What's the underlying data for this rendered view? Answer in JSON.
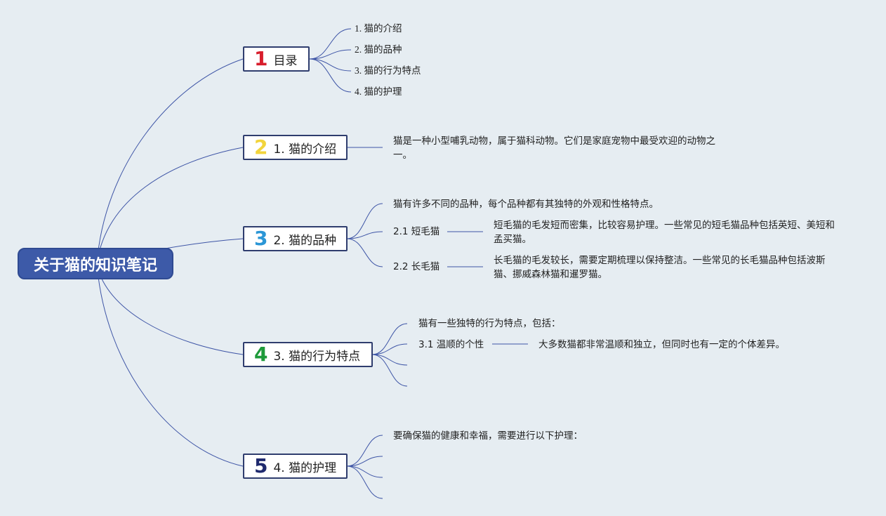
{
  "root": {
    "title": "关于猫的知识笔记"
  },
  "branches": [
    {
      "number": "1",
      "number_color": "#d81e2c",
      "label": "目录",
      "children": [
        "1. 猫的介绍",
        "2. 猫的品种",
        "3. 猫的行为特点",
        "4. 猫的护理"
      ]
    },
    {
      "number": "2",
      "number_color": "#f2d43c",
      "label": "1. 猫的介绍",
      "description": "猫是一种小型哺乳动物，属于猫科动物。它们是家庭宠物中最受欢迎的动物之一。"
    },
    {
      "number": "3",
      "number_color": "#2b96d6",
      "label": "2. 猫的品种",
      "intro": "猫有许多不同的品种，每个品种都有其独特的外观和性格特点。",
      "subs": [
        {
          "label": "2.1 短毛猫",
          "description": "短毛猫的毛发短而密集，比较容易护理。一些常见的短毛猫品种包括英短、美短和孟买猫。"
        },
        {
          "label": "2.2 长毛猫",
          "description": "长毛猫的毛发较长，需要定期梳理以保持整洁。一些常见的长毛猫品种包括波斯猫、挪威森林猫和暹罗猫。"
        }
      ]
    },
    {
      "number": "4",
      "number_color": "#1e9a3a",
      "label": "3. 猫的行为特点",
      "intro": "猫有一些独特的行为特点，包括：",
      "subs": [
        {
          "label": "3.1 温顺的个性",
          "description": "大多数猫都非常温顺和独立，但同时也有一定的个体差异。"
        }
      ]
    },
    {
      "number": "5",
      "number_color": "#1f2a6e",
      "label": "4. 猫的护理",
      "intro": "要确保猫的健康和幸福，需要进行以下护理："
    }
  ],
  "colors": {
    "line": "#3e55a6",
    "root_bg": "#3d5aa8",
    "background": "#e6edf2"
  }
}
